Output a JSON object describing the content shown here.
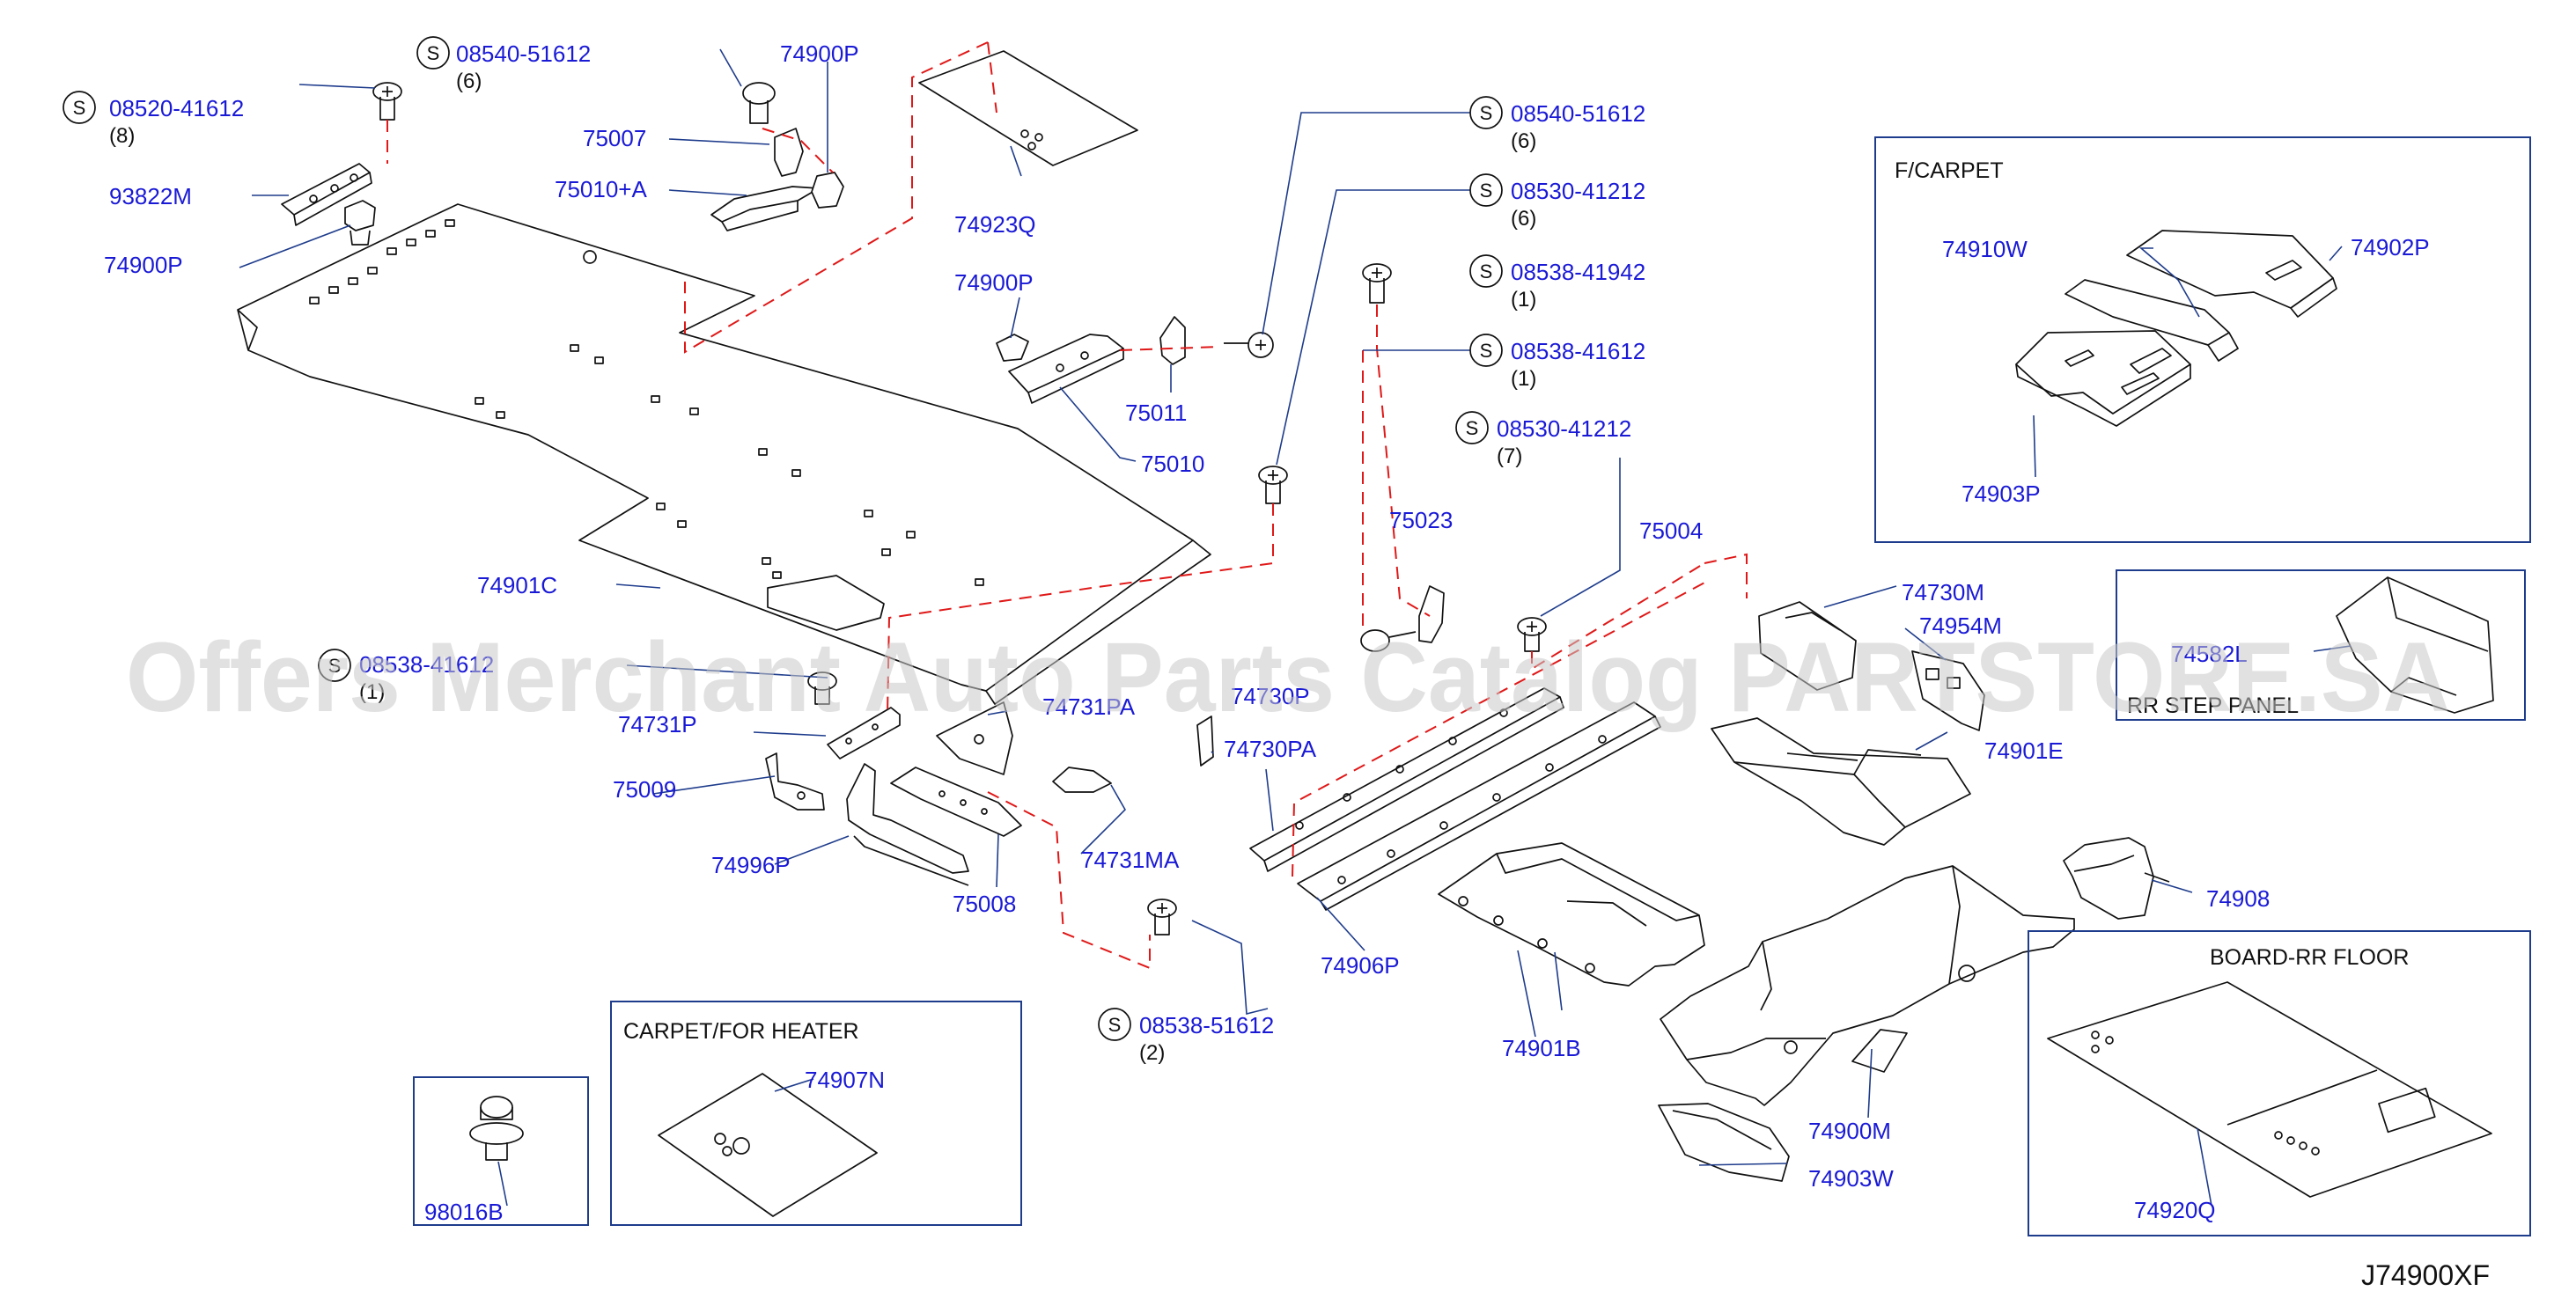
{
  "diagram_id": "J74900XF",
  "watermark": "Offers Merchant Auto Parts Catalog PARTSTORE.SA",
  "colors": {
    "part_number": "#1a1ad6",
    "leader": "#1e3c8c",
    "dashed": "#e01818",
    "line": "#111111"
  },
  "labels": {
    "s08540_51612_a": "08540-51612",
    "q6_a": "(6)",
    "s08520_41612": "08520-41612",
    "q8": "(8)",
    "p74900p_a": "74900P",
    "p75007": "75007",
    "p75010a": "75010+A",
    "p93822m": "93822M",
    "p74900p_b": "74900P",
    "p74923q": "74923Q",
    "p74900p_c": "74900P",
    "p75011": "75011",
    "p75010": "75010",
    "s08540_51612_b": "08540-51612",
    "q6_b": "(6)",
    "s08530_41212_a": "08530-41212",
    "q6_c": "(6)",
    "s08538_41942": "08538-41942",
    "q1_a": "(1)",
    "s08538_41612_b": "08538-41612",
    "q1_b": "(1)",
    "s08530_41212_b": "08530-41212",
    "q7": "(7)",
    "p75023": "75023",
    "p75004": "75004",
    "p74901c": "74901C",
    "s08538_41612_a": "08538-41612",
    "q1_c": "(1)",
    "p74731p": "74731P",
    "p74731pa": "74731PA",
    "p74730p": "74730P",
    "p74730pa": "74730PA",
    "p75009": "75009",
    "p74996p": "74996P",
    "p75008": "75008",
    "p74731ma": "74731MA",
    "p74906p": "74906P",
    "s08538_51612": "08538-51612",
    "q2": "(2)",
    "p74730m": "74730M",
    "p74954m": "74954M",
    "p74901e": "74901E",
    "p74908": "74908",
    "p74901b": "74901B",
    "p74900m": "74900M",
    "p74903w": "74903W",
    "p98016b": "98016B",
    "p74907n": "74907N",
    "p74910w": "74910W",
    "p74902p": "74902P",
    "p74903p": "74903P",
    "p74582l": "74582L",
    "p74920q": "74920Q"
  },
  "boxes": {
    "fcarpet": "F/CARPET",
    "rr_step_panel": "RR   STEP   PANEL",
    "board_rr_floor": "BOARD-RR   FLOOR",
    "carpet_for_heater": "CARPET/FOR   HEATER"
  },
  "symbols": {
    "screw": "S"
  }
}
